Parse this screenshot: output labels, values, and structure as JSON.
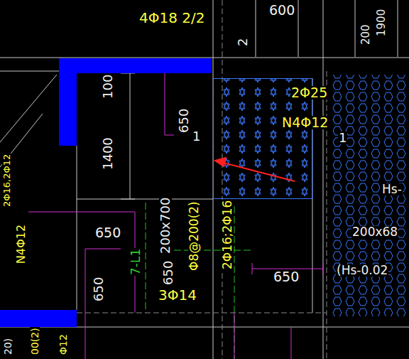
{
  "diagram": {
    "nodes": [
      {
        "text": [
          "2Φ25",
          "N4Φ12"
        ]
      },
      {
        "text": [
          "Hs-",
          "200x68",
          "(Hs-0.02"
        ]
      }
    ],
    "labels": [
      "4Φ18 2/2",
      "600",
      "1900",
      "200",
      "2",
      "100",
      "1400",
      "650",
      "1",
      "1",
      "2Φ16,2Φ12",
      "N4Φ12",
      "650",
      "7-L1",
      "200x700",
      "Φ8@200(2)",
      "2Φ16;2Φ16",
      "650",
      "650",
      "3Φ14",
      "650",
      "20)",
      "00(2)",
      "Φ12"
    ]
  }
}
